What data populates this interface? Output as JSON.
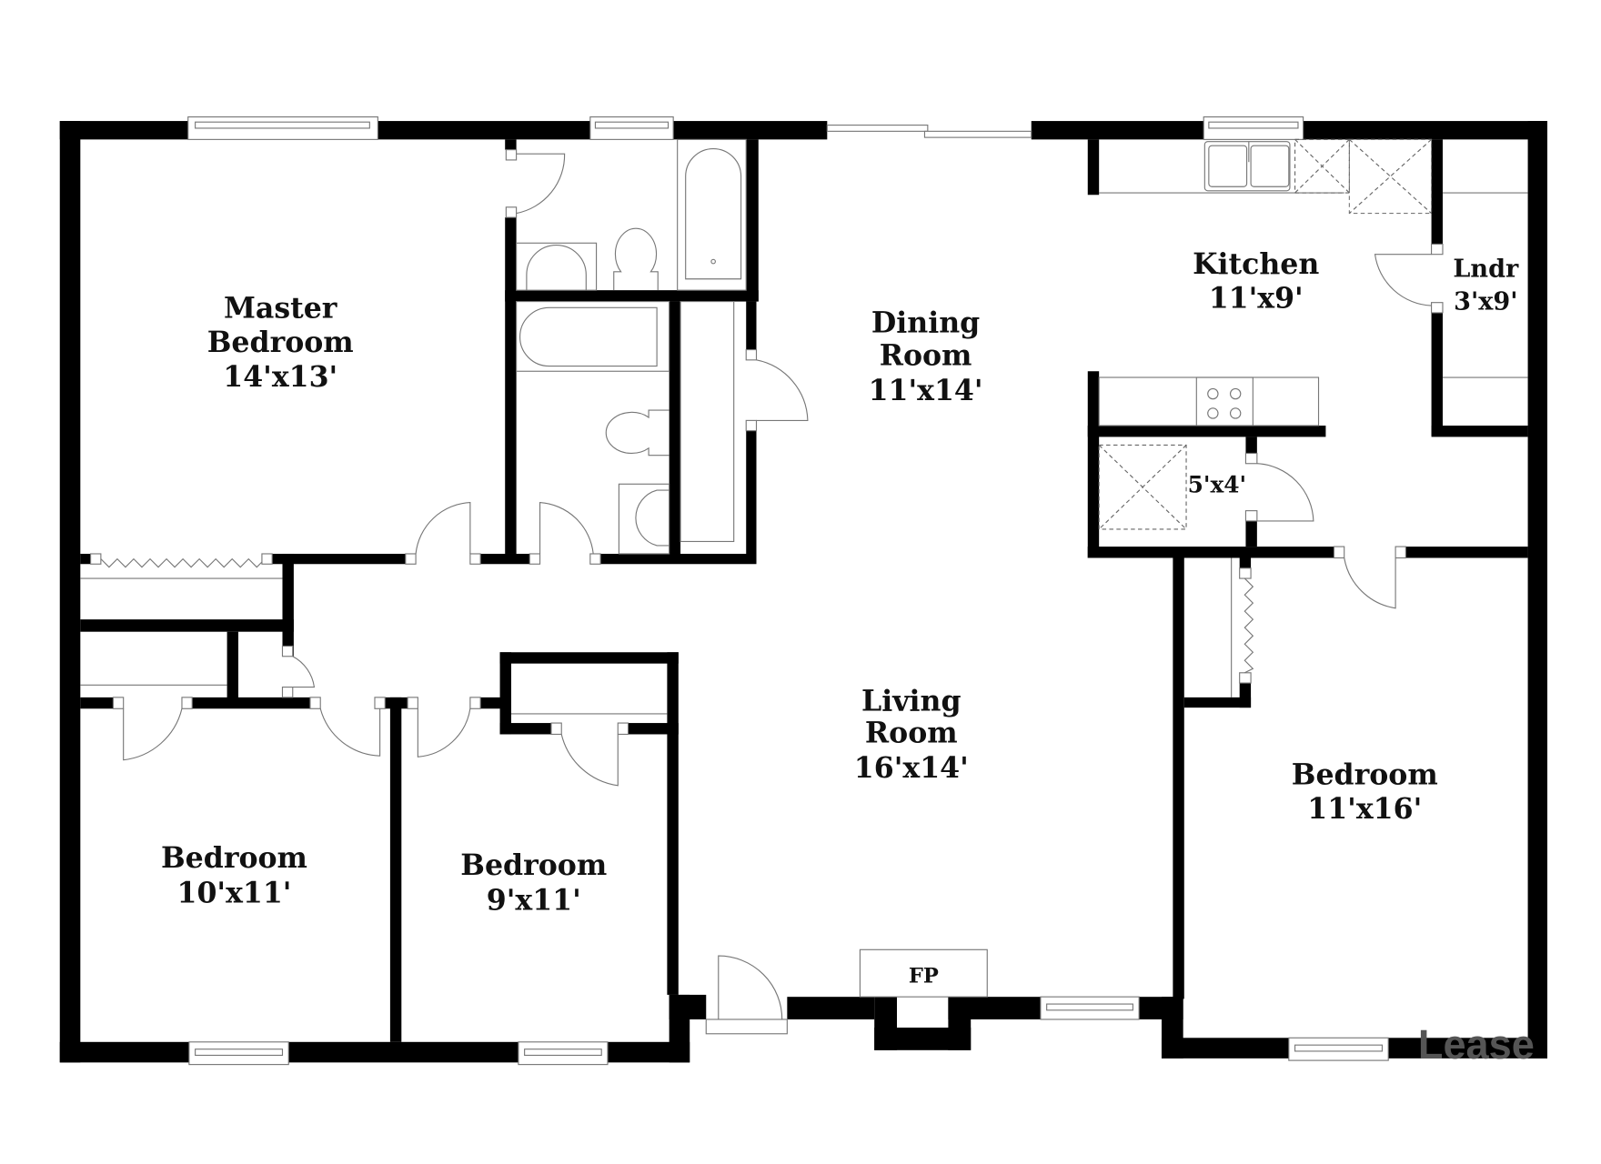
{
  "rooms": {
    "master_bedroom": {
      "line1": "Master",
      "line2": "Bedroom",
      "dims": "14'x13'"
    },
    "dining_room": {
      "line1": "Dining",
      "line2": "Room",
      "dims": "11'x14'"
    },
    "kitchen": {
      "name": "Kitchen",
      "dims": "11'x9'"
    },
    "laundry": {
      "name": "Lndr",
      "dims": "3'x9'"
    },
    "pantry": {
      "dims": "5'x4'"
    },
    "living_room": {
      "line1": "Living",
      "line2": "Room",
      "dims": "16'x14'"
    },
    "bedroom_right": {
      "name": "Bedroom",
      "dims": "11'x16'"
    },
    "bedroom_left": {
      "name": "Bedroom",
      "dims": "10'x11'"
    },
    "bedroom_middle": {
      "name": "Bedroom",
      "dims": "9'x11'"
    },
    "fireplace": {
      "name": "FP"
    }
  },
  "watermark": {
    "text": "Lease"
  },
  "colors": {
    "wall": "#000000",
    "fixture_line": "#777777",
    "background": "#ffffff"
  }
}
